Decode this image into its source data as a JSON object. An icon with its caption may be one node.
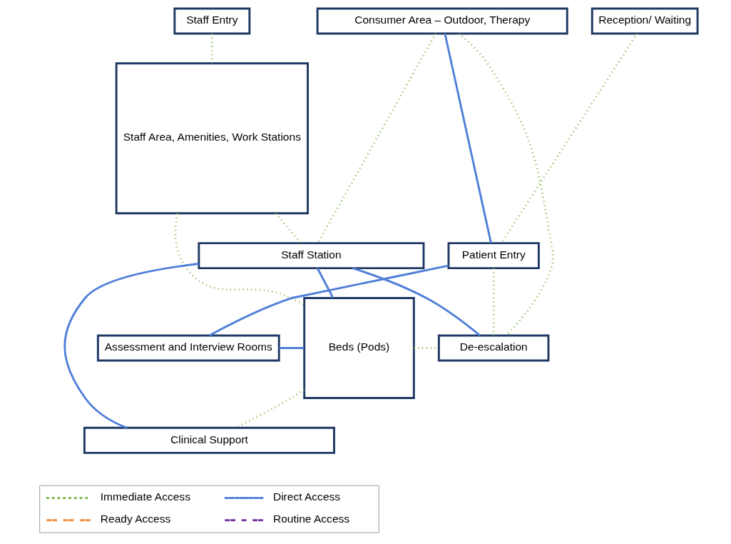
{
  "diagram": {
    "nodes": [
      {
        "text": [
          "Staff Entry"
        ]
      },
      {
        "text": [
          "Consumer Area – Outdoor, Therapy"
        ]
      },
      {
        "text": [
          "Reception/ Waiting"
        ]
      },
      {
        "text": [
          "Staff Area, Amenities, Work Stations"
        ]
      },
      {
        "text": [
          "Staff Station"
        ]
      },
      {
        "text": [
          "Patient Entry"
        ]
      },
      {
        "text": [
          "Beds (Pods)"
        ]
      },
      {
        "text": [
          "De-escalation"
        ]
      },
      {
        "text": [
          "Assessment and Interview Rooms"
        ]
      },
      {
        "text": [
          "Clinical Support"
        ]
      }
    ],
    "edges": [
      {
        "from": 0,
        "to": 3,
        "arrow": "none",
        "style": "dashed"
      },
      {
        "from": 1,
        "to": 4,
        "arrow": "none",
        "style": "dashed"
      },
      {
        "from": 2,
        "to": 5,
        "arrow": "none",
        "style": "dashed"
      },
      {
        "from": 1,
        "to": 5,
        "arrow": "none",
        "color": "#4f7fd8"
      },
      {
        "from": 3,
        "to": 4,
        "arrow": "none",
        "style": "dashed"
      },
      {
        "from": 1,
        "to": 7,
        "arrow": "none",
        "style": "dashed"
      },
      {
        "from": 5,
        "to": 7,
        "arrow": "none",
        "style": "dashed"
      },
      {
        "from": 4,
        "to": 6,
        "arrow": "none",
        "color": "#4f7fd8"
      },
      {
        "from": 4,
        "to": 7,
        "arrow": "none",
        "color": "#4f7fd8"
      },
      {
        "from": 4,
        "to": 9,
        "arrow": "none",
        "color": "#4f7fd8"
      },
      {
        "from": 3,
        "to": 6,
        "arrow": "none",
        "style": "dashed"
      },
      {
        "from": 6,
        "to": 7,
        "arrow": "none",
        "style": "dashed"
      },
      {
        "from": 5,
        "to": 8,
        "arrow": "none",
        "color": "#4f7fd8"
      },
      {
        "from": 8,
        "to": 6,
        "arrow": "none",
        "color": "#4f7fd8"
      },
      {
        "from": 6,
        "to": 9,
        "arrow": "none",
        "style": "dashed"
      }
    ],
    "legend": [
      {
        "text": "Immediate Access"
      },
      {
        "text": "Direct Access"
      },
      {
        "text": "Ready Access"
      },
      {
        "text": "Routine Access"
      }
    ]
  }
}
